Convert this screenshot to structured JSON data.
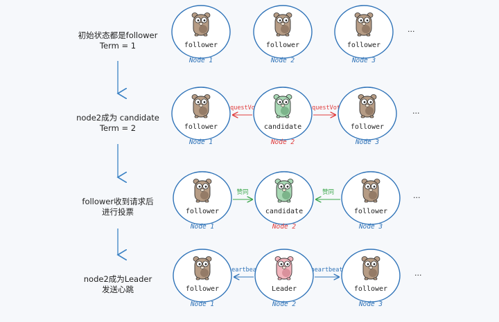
{
  "colors": {
    "node_stroke": "#2f73b8",
    "node_name": "#2f73b8",
    "candidate": "#e03b3b",
    "leader": "#2f73b8",
    "vote_arrow": "#e03b3b",
    "granted_arrow": "#3aa64a",
    "heartbeat_arrow": "#2f73b8",
    "flow_arrow": "#3b82c4"
  },
  "ellipsis": "...",
  "steps": [
    {
      "label_lines": [
        "初始状态都是follower",
        "Term = 1"
      ],
      "nodes": [
        {
          "role": "follower",
          "text": "follower",
          "name": "Node 1",
          "gopher": "brown-gopher-icon"
        },
        {
          "role": "follower",
          "text": "follower",
          "name": "Node 2",
          "gopher": "brown-gopher-icon"
        },
        {
          "role": "follower",
          "text": "follower",
          "name": "Node 3",
          "gopher": "brown-gopher-icon"
        }
      ],
      "arrows": []
    },
    {
      "label_lines": [
        "node2成为 candidate",
        "Term = 2"
      ],
      "nodes": [
        {
          "role": "follower",
          "text": "follower",
          "name": "Node 1",
          "gopher": "brown-gopher-icon"
        },
        {
          "role": "candidate",
          "text": "candidate",
          "name": "Node 2",
          "gopher": "green-gopher-icon"
        },
        {
          "role": "follower",
          "text": "follower",
          "name": "Node 3",
          "gopher": "brown-gopher-icon"
        }
      ],
      "arrows": [
        {
          "from": 1,
          "to": 0,
          "label": "RequestVote",
          "kind": "vote"
        },
        {
          "from": 1,
          "to": 2,
          "label": "RequestVote",
          "kind": "vote"
        }
      ]
    },
    {
      "label_lines": [
        "follower收到请求后",
        "进行投票"
      ],
      "nodes": [
        {
          "role": "follower",
          "text": "follower",
          "name": "Node 1",
          "gopher": "brown-gopher-icon"
        },
        {
          "role": "candidate",
          "text": "candidate",
          "name": "Node 2",
          "gopher": "green-gopher-icon"
        },
        {
          "role": "follower",
          "text": "follower",
          "name": "Node 3",
          "gopher": "brown-gopher-icon"
        }
      ],
      "arrows": [
        {
          "from": 0,
          "to": 1,
          "label": "赞同",
          "kind": "granted"
        },
        {
          "from": 2,
          "to": 1,
          "label": "赞同",
          "kind": "granted"
        }
      ]
    },
    {
      "label_lines": [
        "node2成为Leader",
        "发送心跳"
      ],
      "nodes": [
        {
          "role": "follower",
          "text": "follower",
          "name": "Node 1",
          "gopher": "brown-gopher-icon"
        },
        {
          "role": "leader",
          "text": "Leader",
          "name": "Node 2",
          "gopher": "pink-gopher-icon"
        },
        {
          "role": "follower",
          "text": "follower",
          "name": "Node 3",
          "gopher": "brown-gopher-icon"
        }
      ],
      "arrows": [
        {
          "from": 1,
          "to": 0,
          "label": "heartbeat",
          "kind": "heartbeat"
        },
        {
          "from": 1,
          "to": 2,
          "label": "heartbeat",
          "kind": "heartbeat"
        }
      ]
    }
  ]
}
